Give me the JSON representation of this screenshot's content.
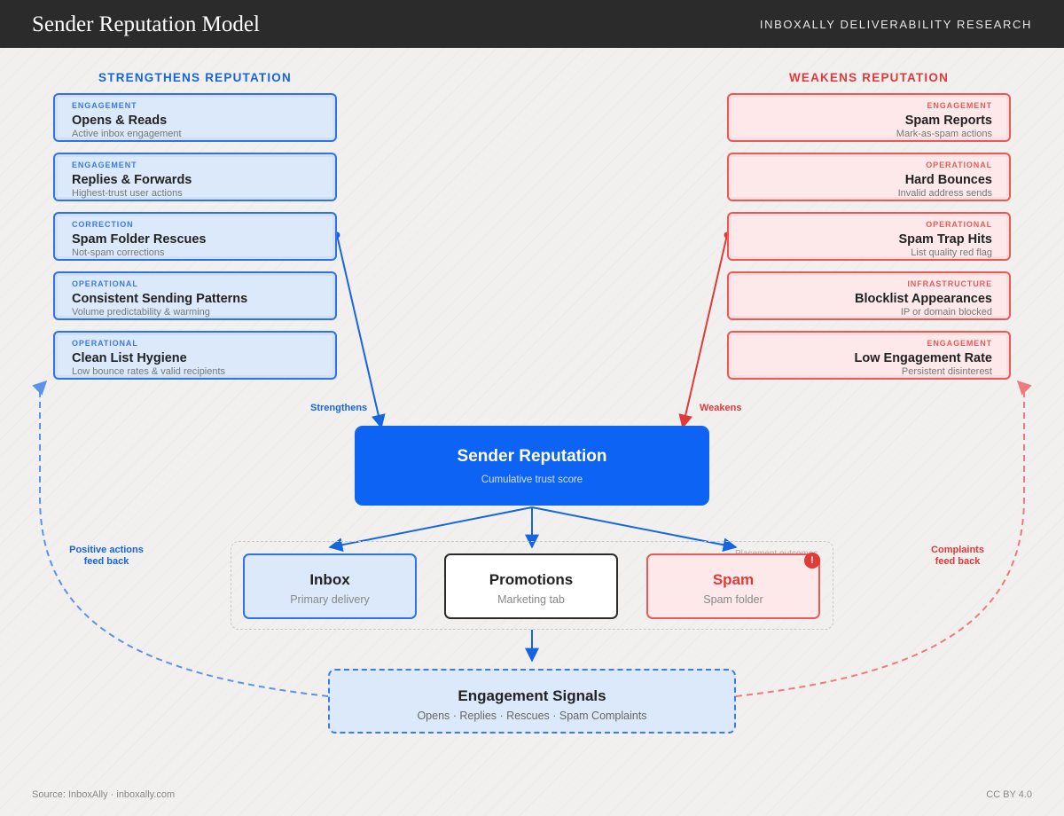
{
  "header": {
    "title": "Sender Reputation Model",
    "org": "INBOXALLY DELIVERABILITY RESEARCH"
  },
  "strengthens": {
    "heading": "STRENGTHENS REPUTATION",
    "cards": [
      {
        "category": "ENGAGEMENT",
        "title": "Opens & Reads",
        "subtitle": "Active inbox engagement"
      },
      {
        "category": "ENGAGEMENT",
        "title": "Replies & Forwards",
        "subtitle": "Highest-trust user actions"
      },
      {
        "category": "CORRECTION",
        "title": "Spam Folder Rescues",
        "subtitle": "Not-spam corrections"
      },
      {
        "category": "OPERATIONAL",
        "title": "Consistent Sending Patterns",
        "subtitle": "Volume predictability & warming"
      },
      {
        "category": "OPERATIONAL",
        "title": "Clean List Hygiene",
        "subtitle": "Low bounce rates & valid recipients"
      }
    ]
  },
  "weakens": {
    "heading": "WEAKENS REPUTATION",
    "cards": [
      {
        "category": "ENGAGEMENT",
        "title": "Spam Reports",
        "subtitle": "Mark-as-spam actions"
      },
      {
        "category": "OPERATIONAL",
        "title": "Hard Bounces",
        "subtitle": "Invalid address sends"
      },
      {
        "category": "OPERATIONAL",
        "title": "Spam Trap Hits",
        "subtitle": "List quality red flag"
      },
      {
        "category": "INFRASTRUCTURE",
        "title": "Blocklist Appearances",
        "subtitle": "IP or domain blocked"
      },
      {
        "category": "ENGAGEMENT",
        "title": "Low Engagement Rate",
        "subtitle": "Persistent disinterest"
      }
    ]
  },
  "edge_labels": {
    "strengthens": "Strengthens",
    "weakens": "Weakens",
    "positive_feedback": "Positive actions\nfeed back",
    "complaints_feedback": "Complaints\nfeed back"
  },
  "central": {
    "title": "Sender Reputation",
    "subtitle": "Cumulative trust score"
  },
  "placement": {
    "group_label": "Placement outcomes",
    "destinations": [
      {
        "title": "Inbox",
        "subtitle": "Primary delivery"
      },
      {
        "title": "Promotions",
        "subtitle": "Marketing tab"
      },
      {
        "title": "Spam",
        "subtitle": "Spam folder",
        "badge": "!"
      }
    ]
  },
  "signals": {
    "title": "Engagement Signals",
    "subtitle": "Opens · Replies · Rescues · Spam Complaints"
  },
  "footer": {
    "source": "Source: InboxAlly · inboxally.com",
    "license": "CC BY 4.0"
  },
  "colors": {
    "positive": "#1565e0",
    "negative": "#e03a3a",
    "central": "#0d63f3",
    "header_bg": "#2b2b2b"
  }
}
